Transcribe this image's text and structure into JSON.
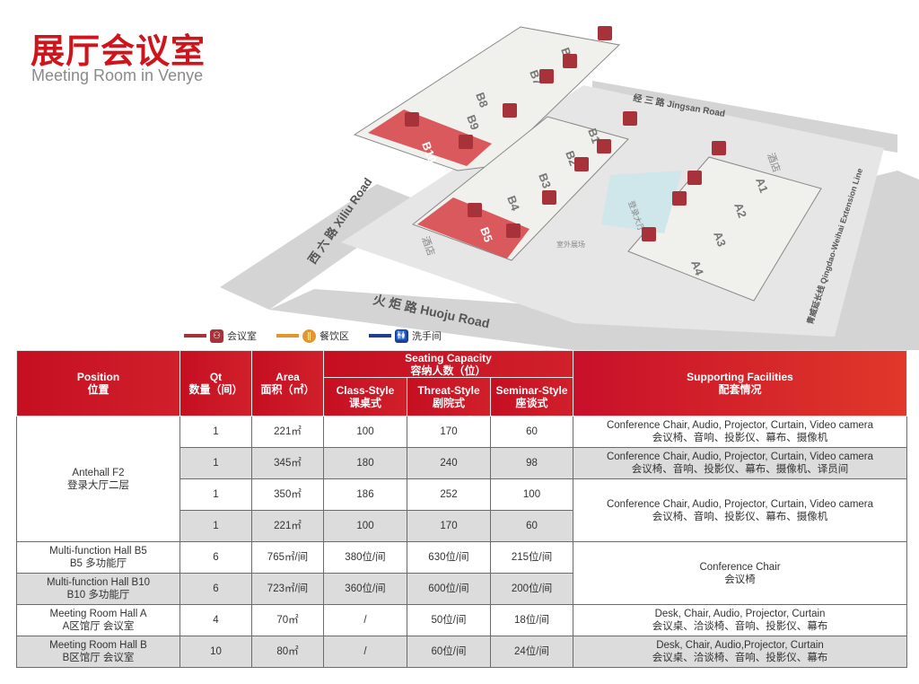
{
  "title": "展厅会议室",
  "subtitle": "Meeting Room in Venye",
  "map": {
    "roads": {
      "xiliu": "西 六 路 Xiliu Road",
      "huoju": "火 炬 路 Huoju Road",
      "jingsan": "经 三 路 Jingsan Road",
      "qingwei": "青威延长线 Qingdao-Weihai Extension Line"
    },
    "halls": [
      "B5",
      "B10",
      "B4",
      "B3",
      "B9",
      "B8",
      "B7",
      "B6",
      "B2",
      "B1",
      "A1",
      "A2",
      "A3",
      "A4"
    ],
    "hotel": "酒店",
    "outdoor": "室外展场",
    "lobby": "登录大厅"
  },
  "legend": [
    {
      "label": "会议室",
      "color": "#a8323a"
    },
    {
      "label": "餐饮区",
      "color": "#e3962d"
    },
    {
      "label": "洗手间",
      "color": "#1f3f8c"
    }
  ],
  "table": {
    "headers": {
      "position": "Position",
      "position_cn": "位置",
      "qt": "Qt",
      "qt_cn": "数量（间）",
      "area": "Area",
      "area_cn": "面积（㎡）",
      "seating": "Seating Capacity",
      "seating_cn": "容纳人数（位）",
      "class": "Class-Style",
      "class_cn": "课桌式",
      "threat": "Threat-Style",
      "threat_cn": "剧院式",
      "seminar": "Seminar-Style",
      "seminar_cn": "座谈式",
      "fac": "Supporting Facilities",
      "fac_cn": "配套情况"
    },
    "rows": [
      {
        "qt": "1",
        "area": "221㎡",
        "class": "100",
        "threat": "170",
        "seminar": "60"
      },
      {
        "qt": "1",
        "area": "345㎡",
        "class": "180",
        "threat": "240",
        "seminar": "98"
      },
      {
        "qt": "1",
        "area": "350㎡",
        "class": "186",
        "threat": "252",
        "seminar": "100"
      },
      {
        "qt": "1",
        "area": "221㎡",
        "class": "100",
        "threat": "170",
        "seminar": "60"
      },
      {
        "pos": "Multi-function  Hall B5",
        "pos_cn": "B5 多功能厅",
        "qt": "6",
        "area": "765㎡/间",
        "class": "380位/间",
        "threat": "630位/间",
        "seminar": "215位/间"
      },
      {
        "pos": "Multi-function  Hall B10",
        "pos_cn": "B10 多功能厅",
        "qt": "6",
        "area": "723㎡/间",
        "class": "360位/间",
        "threat": "600位/间",
        "seminar": "200位/间"
      },
      {
        "pos": "Meeting Room Hall A",
        "pos_cn": "A区馆厅  会议室",
        "qt": "4",
        "area": "70㎡",
        "class": "/",
        "threat": "50位/间",
        "seminar": "18位/间"
      },
      {
        "pos": "Meeting Room Hall B",
        "pos_cn": "B区馆厅  会议室",
        "qt": "10",
        "area": "80㎡",
        "class": "/",
        "threat": "60位/间",
        "seminar": "24位/间"
      }
    ],
    "antehall": "Antehall F2",
    "antehall_cn": "登录大厅二层",
    "fac": [
      {
        "en": "Conference Chair, Audio, Projector, Curtain, Video camera",
        "cn": "会议椅、音响、投影仪、幕布、摄像机"
      },
      {
        "en": "Conference Chair, Audio, Projector, Curtain, Video camera",
        "cn": "会议椅、音响、投影仪、幕布、摄像机、译员间"
      },
      {
        "en": "Conference Chair, Audio, Projector, Curtain, Video camera",
        "cn": "会议椅、音响、投影仪、幕布、摄像机"
      },
      {
        "en": "Conference Chair",
        "cn": "会议椅"
      },
      {
        "en": "Desk, Chair, Audio, Projector, Curtain",
        "cn": "会议桌、洽谈椅、音响、投影仪、幕布"
      },
      {
        "en": "Desk, Chair, Audio,Projector, Curtain",
        "cn": "会议桌、洽谈椅、音响、投影仪、幕布"
      }
    ]
  }
}
